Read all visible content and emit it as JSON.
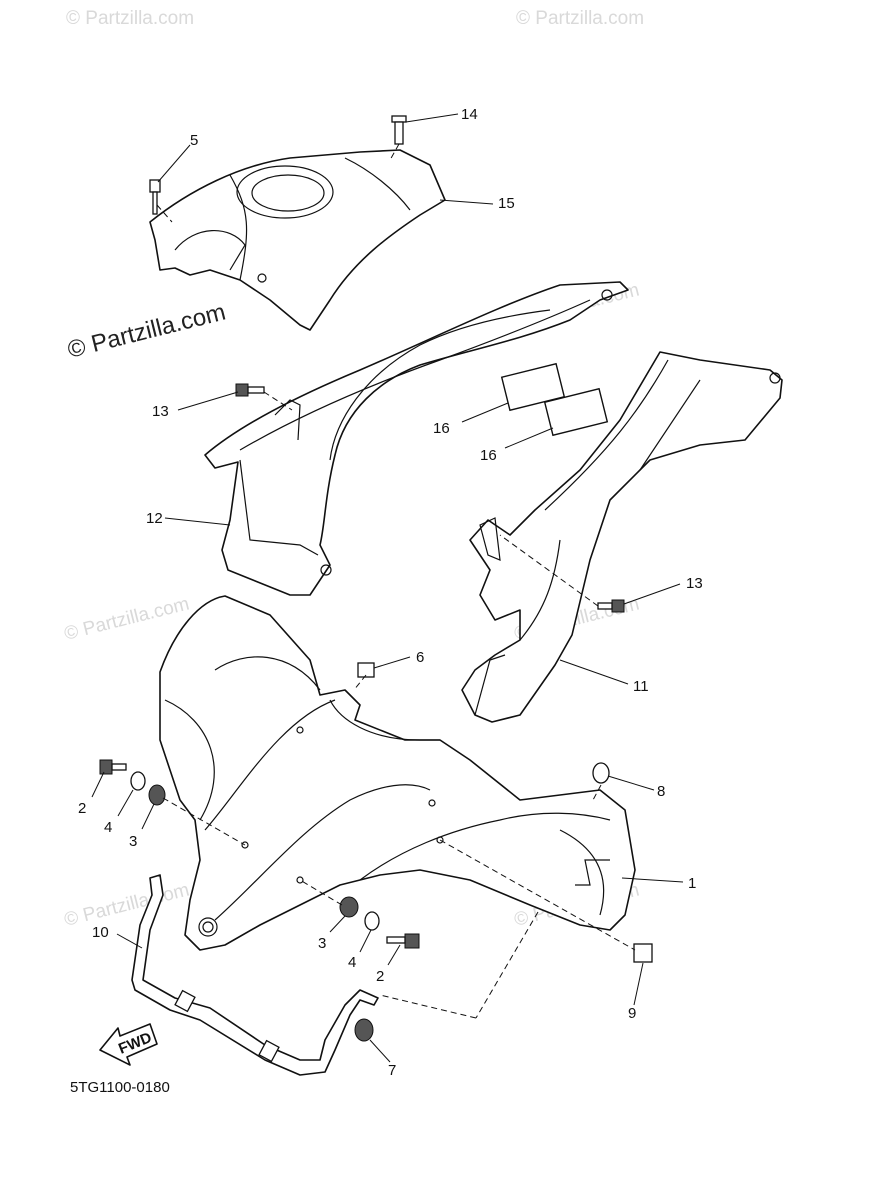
{
  "watermarks": {
    "small": "© Partzilla.com",
    "main": "© Partzilla.com"
  },
  "diagram_code": "5TG1100-0180",
  "fwd_label": "FWD",
  "callouts": {
    "c1": "1",
    "c2a": "2",
    "c2b": "2",
    "c3a": "3",
    "c3b": "3",
    "c4a": "4",
    "c4b": "4",
    "c5": "5",
    "c6": "6",
    "c7": "7",
    "c8": "8",
    "c9": "9",
    "c10": "10",
    "c11": "11",
    "c12": "12",
    "c13a": "13",
    "c13b": "13",
    "c14": "14",
    "c15": "15",
    "c16a": "16",
    "c16b": "16"
  }
}
